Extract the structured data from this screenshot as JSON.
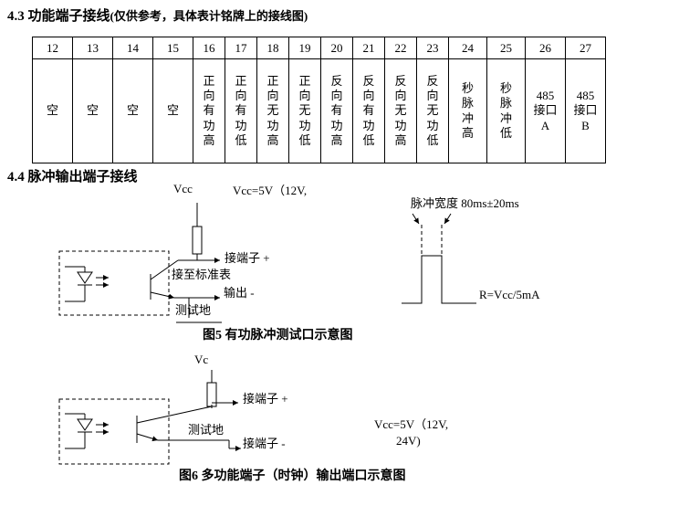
{
  "sections": {
    "s43_title": "4.3 功能端子接线",
    "s43_note": "(仅供参考，具体表计铭牌上的接线图)",
    "s44_title": "4.4 脉冲输出端子接线"
  },
  "terminal_table": {
    "headers": [
      "12",
      "13",
      "14",
      "15",
      "16",
      "17",
      "18",
      "19",
      "20",
      "21",
      "22",
      "23",
      "24",
      "25",
      "26",
      "27"
    ],
    "cells": [
      "空",
      "空",
      "空",
      "空",
      "正\n向\n有\n功\n高",
      "正\n向\n有\n功\n低",
      "正\n向\n无\n功\n高",
      "正\n向\n无\n功\n低",
      "反\n向\n有\n功\n高",
      "反\n向\n有\n功\n低",
      "反\n向\n无\n功\n高",
      "反\n向\n无\n功\n低",
      "秒\n脉\n冲\n高",
      "秒\n脉\n冲\n低",
      "485\n接口\nA",
      "485\n接口\nB"
    ]
  },
  "fig5": {
    "vcc_label": "Vcc",
    "vcc_value": "Vcc=5V（12V,",
    "terminal_plus": "接端子 +",
    "to_standard_meter": "接至标准表",
    "output_minus": "输出 -",
    "test_ground": "测试地",
    "pulse_width": "脉冲宽度 80ms±20ms",
    "r_value": "R=Vcc/5mA",
    "caption": "图5  有功脉冲测试口示意图"
  },
  "fig6": {
    "vc_label": "Vc",
    "terminal_plus": "接端子 +",
    "test_ground": "测试地",
    "terminal_minus": "接端子 -",
    "vcc_value": "Vcc=5V（12V,",
    "vcc_value2": "24V)",
    "caption": "图6 多功能端子（时钟）输出端口示意图"
  }
}
